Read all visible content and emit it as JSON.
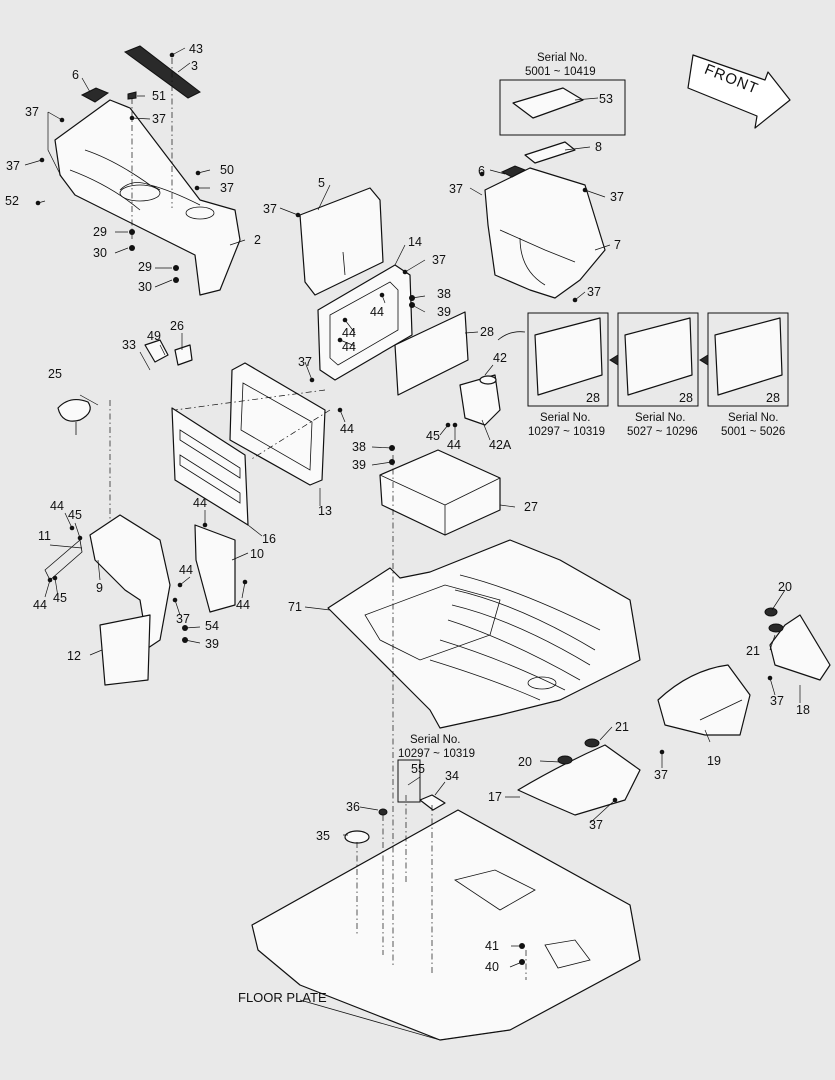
{
  "front_label": "FRONT",
  "floor_plate_label": "FLOOR PLATE",
  "serial_boxes": {
    "top": {
      "title": "Serial No.",
      "range": "5001 ~ 10419"
    },
    "panel_a": {
      "title": "Serial No.",
      "range": "10297 ~ 10319"
    },
    "panel_b": {
      "title": "Serial No.",
      "range": "5027 ~ 10296"
    },
    "panel_c": {
      "title": "Serial No.",
      "range": "5001 ~ 5026"
    },
    "floor": {
      "title": "Serial No.",
      "range": "10297 ~ 10319"
    }
  },
  "callouts": {
    "c43": "43",
    "c3": "3",
    "c6a": "6",
    "c51": "51",
    "c37a": "37",
    "c37b": "37",
    "c37c": "37",
    "c52": "52",
    "c50": "50",
    "c37d": "37",
    "c2": "2",
    "c29a": "29",
    "c30a": "30",
    "c29b": "29",
    "c30b": "30",
    "c5": "5",
    "c37e": "37",
    "c14": "14",
    "c37f": "37",
    "c38a": "38",
    "c39a": "39",
    "c44a": "44",
    "c44b": "44",
    "c28a": "28",
    "c37g": "37",
    "c44c": "44",
    "c42": "42",
    "c45a": "45",
    "c44d": "44",
    "c42a": "42A",
    "c53": "53",
    "c8": "8",
    "c6b": "6",
    "c37h": "37",
    "c37i": "37",
    "c7": "7",
    "c37j": "37",
    "c28b": "28",
    "c28c": "28",
    "c28d": "28",
    "c25": "25",
    "c33": "33",
    "c49": "49",
    "c26": "26",
    "c44e": "44",
    "c16": "16",
    "c13": "13",
    "c38b": "38",
    "c39b": "39",
    "c27": "27",
    "c44f": "44",
    "c45b": "45",
    "c11": "11",
    "c9": "9",
    "c44g": "44",
    "c45c": "45",
    "c44h": "44",
    "c10": "10",
    "c44i": "44",
    "c44j": "44",
    "c37k": "37",
    "c54": "54",
    "c39c": "39",
    "c12": "12",
    "c71": "71",
    "c20a": "20",
    "c21a": "21",
    "c37l": "37",
    "c18": "18",
    "c19": "19",
    "c21b": "21",
    "c20b": "20",
    "c37m": "37",
    "c17": "17",
    "c37n": "37",
    "c55": "55",
    "c34": "34",
    "c36": "36",
    "c35": "35",
    "c41": "41",
    "c40": "40"
  }
}
